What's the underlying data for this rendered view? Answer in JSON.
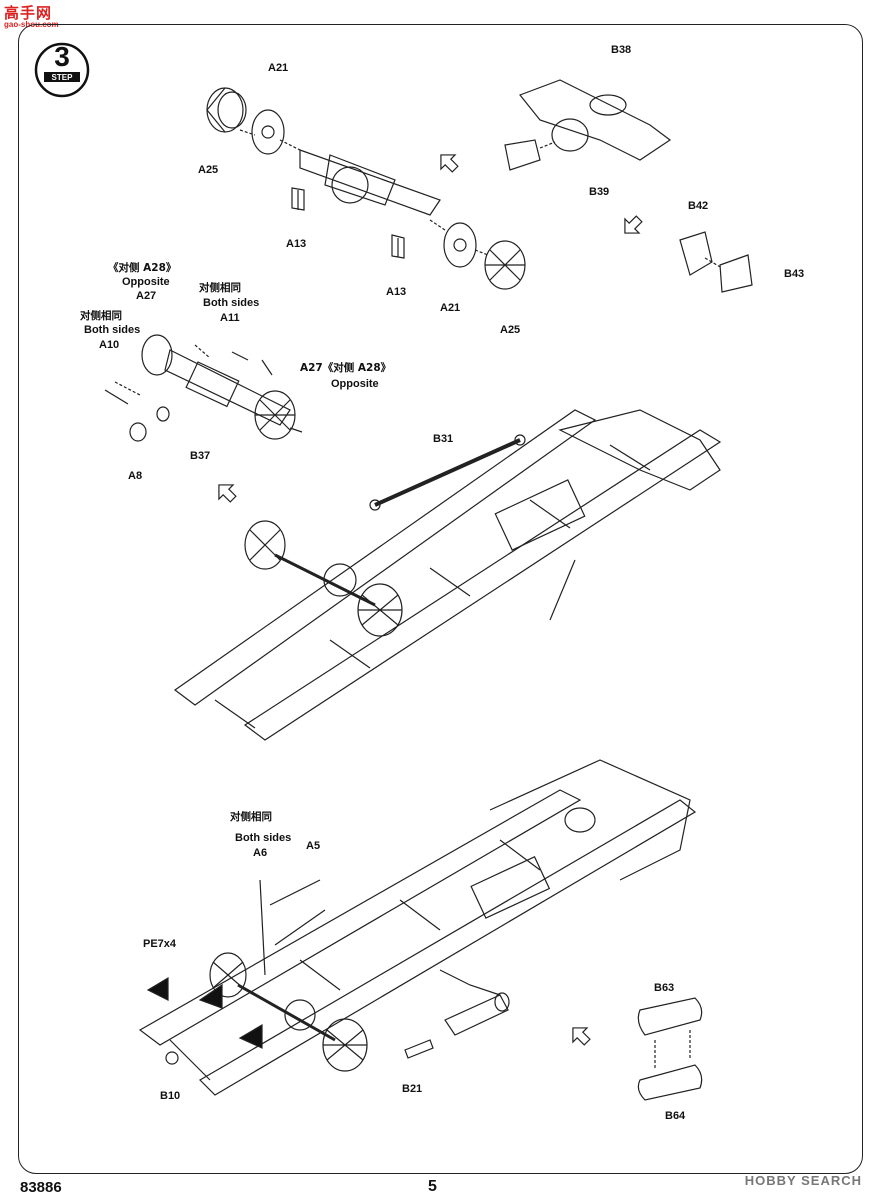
{
  "watermark": {
    "site": "高手网",
    "sub": "gao-shou.com"
  },
  "step": {
    "number": "3",
    "label": "STEP"
  },
  "labels": {
    "a21_top": "A21",
    "a25_top": "A25",
    "a13_left": "A13",
    "a13_right": "A13",
    "a21_bottom": "A21",
    "a25_bottom": "A25",
    "b38": "B38",
    "b39": "B39",
    "b42": "B42",
    "b43": "B43",
    "opp_cn_1": "《对侧 A28》",
    "opposite_1": "Opposite",
    "a27_top": "A27",
    "both_cn_1": "对侧相同",
    "both_sides_1": "Both sides",
    "a11": "A11",
    "both_cn_2": "对侧相同",
    "both_sides_2": "Both sides",
    "a10": "A10",
    "a27_right": "A27《对侧 A28》",
    "opposite_2": "Opposite",
    "a8": "A8",
    "b37": "B37",
    "b31": "B31",
    "both_cn_3": "对侧相同",
    "both_sides_3": "Both sides",
    "a6": "A6",
    "a5": "A5",
    "pe7x4": "PE7x4",
    "b10": "B10",
    "b21": "B21",
    "b63": "B63",
    "b64": "B64"
  },
  "footer": {
    "code": "83886",
    "page": "5",
    "source": "HOBBY SEARCH"
  }
}
